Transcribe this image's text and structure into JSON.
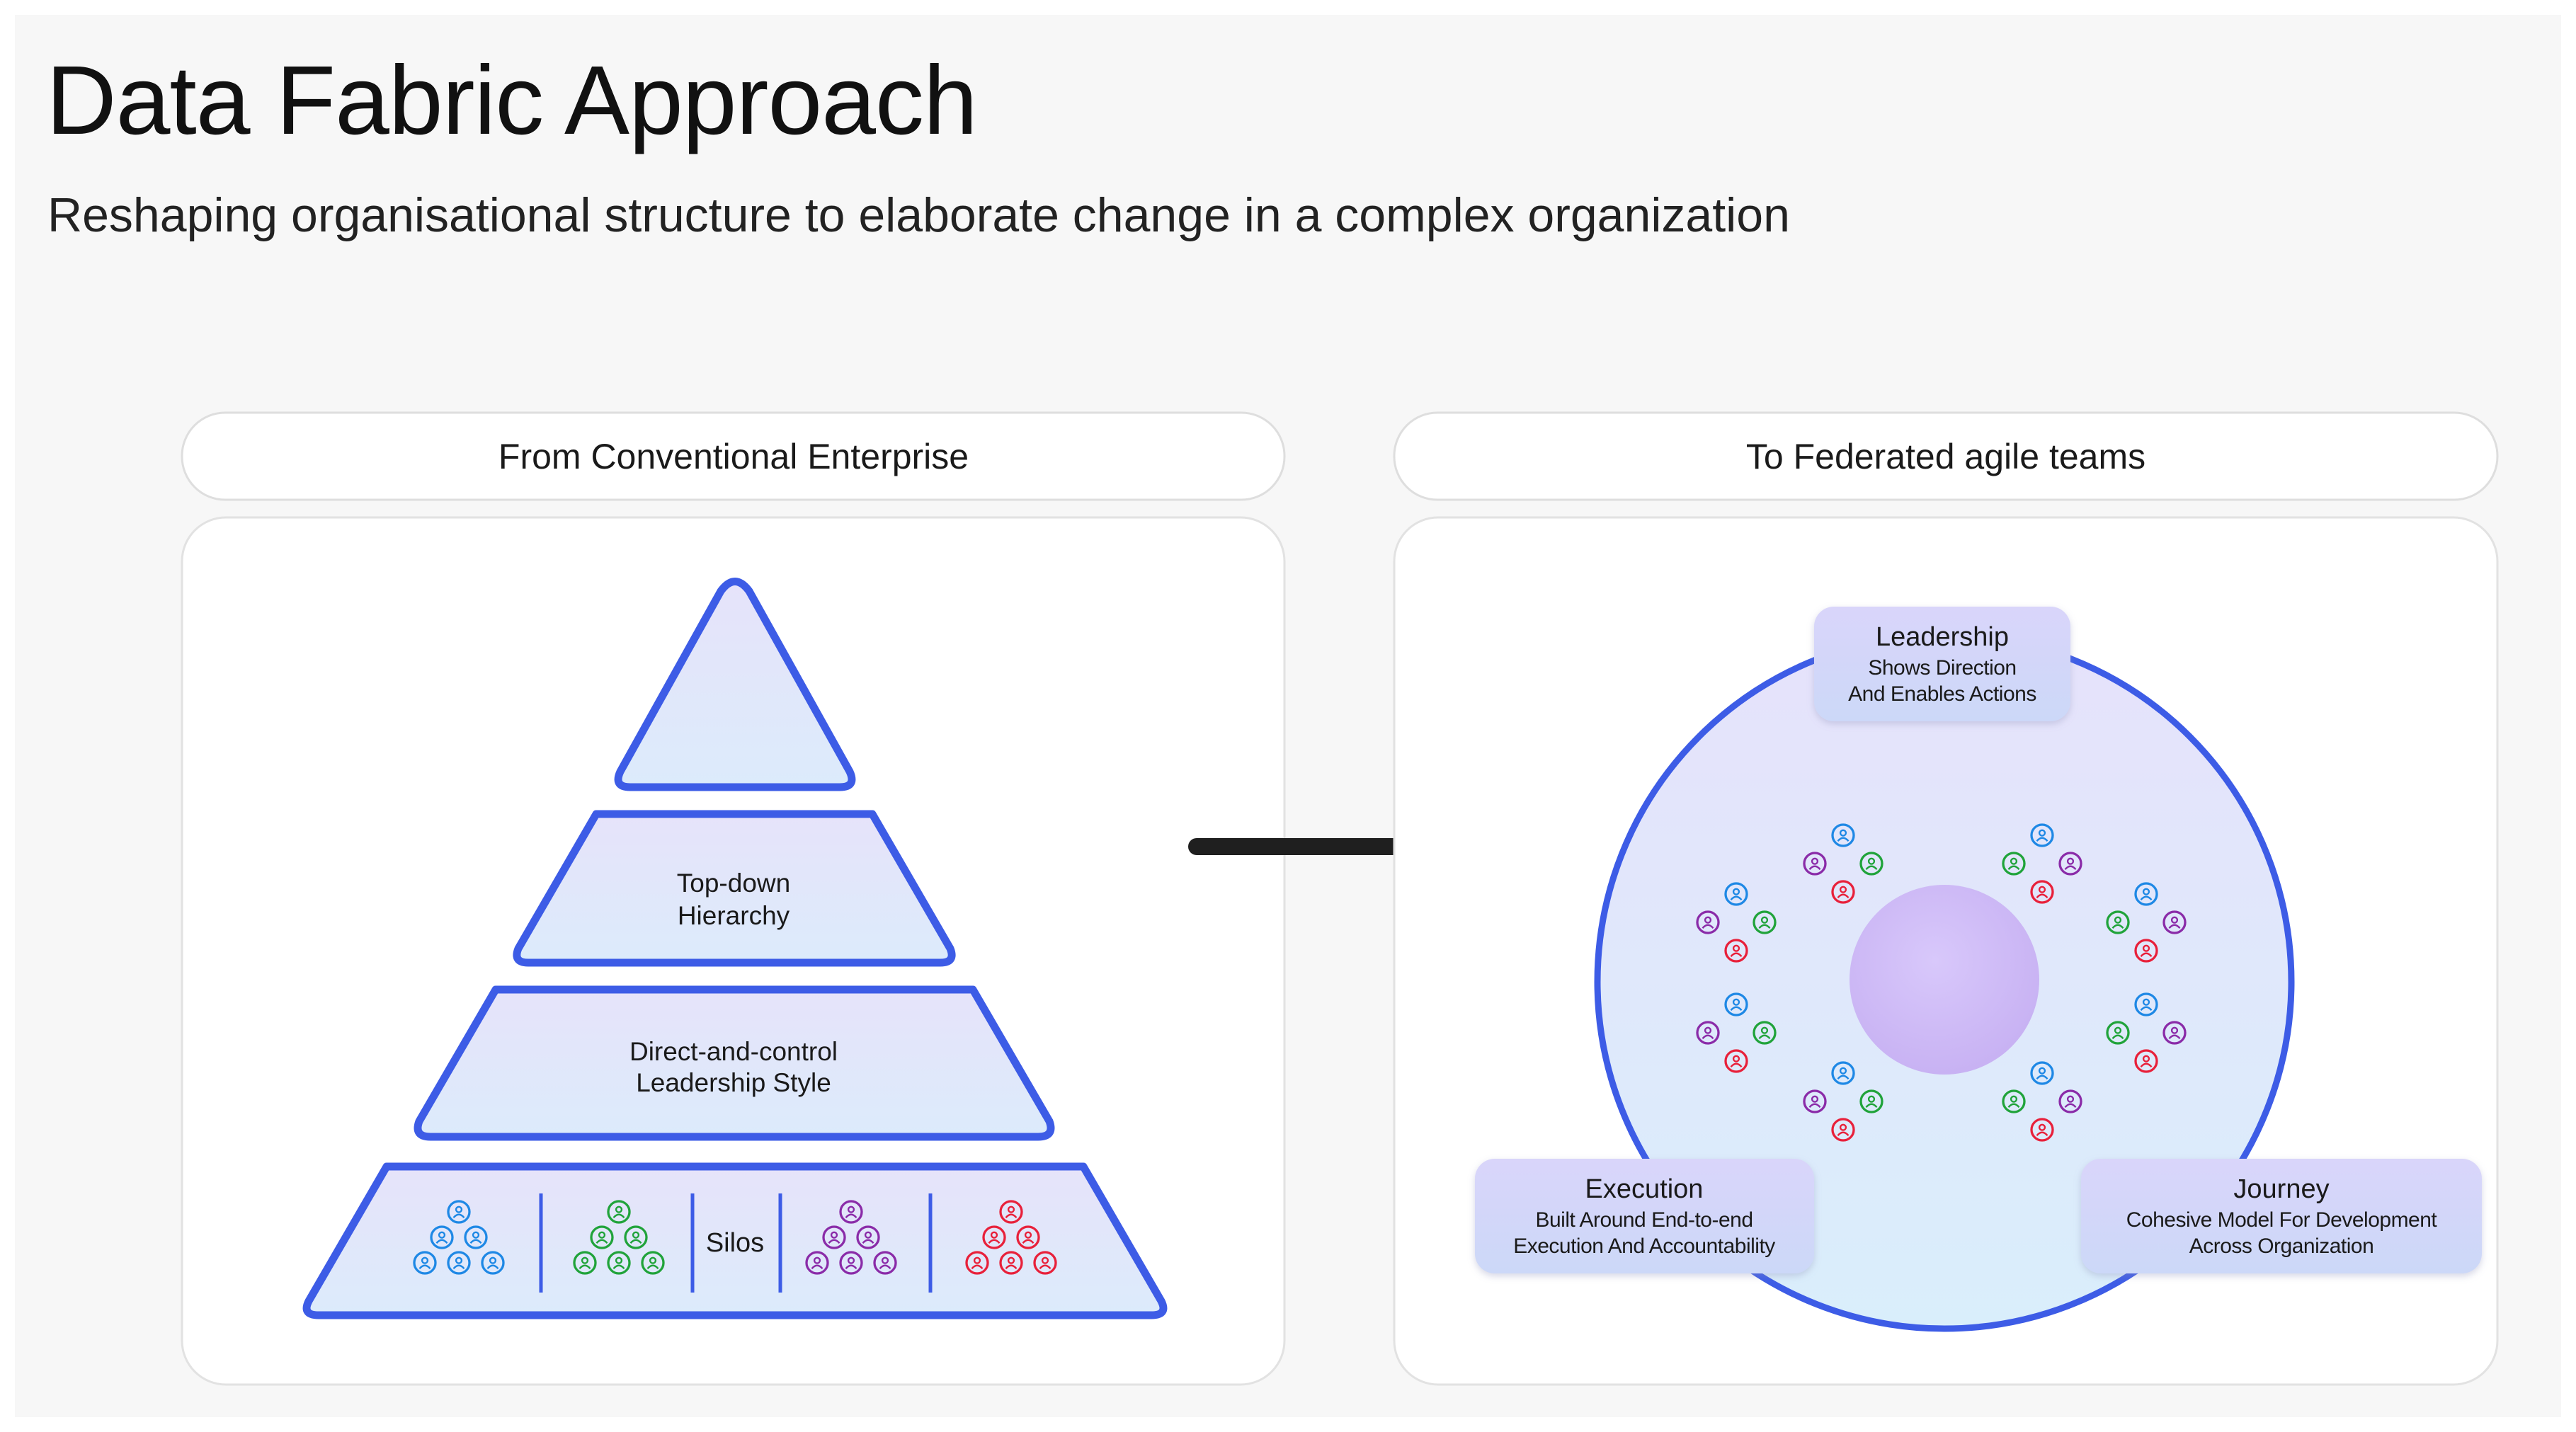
{
  "title": "Data Fabric Approach",
  "subtitle": "Reshaping organisational structure to elaborate change in a complex organization",
  "left_panel": {
    "header": "From Conventional Enterprise",
    "pyramid": {
      "tier2_line1": "Top-down",
      "tier2_line2": "Hierarchy",
      "tier3_line1": "Direct-and-control",
      "tier3_line2": "Leadership Style",
      "silos_label": "Silos"
    }
  },
  "right_panel": {
    "header": "To Federated agile teams",
    "leadership": {
      "title": "Leadership",
      "line1": "Shows Direction",
      "line2": "And Enables Actions"
    },
    "execution": {
      "title": "Execution",
      "line1": "Built Around End-to-end",
      "line2": "Execution And Accountability"
    },
    "journey": {
      "title": "Journey",
      "line1": "Cohesive Model For Development",
      "line2": "Across Organization"
    }
  },
  "colors": {
    "outline": "#3d5ce6",
    "blue": "#1e88e5",
    "green": "#20a33a",
    "purple": "#8a2ba8",
    "red": "#e8203a",
    "arrow": "#1f1f1f"
  }
}
